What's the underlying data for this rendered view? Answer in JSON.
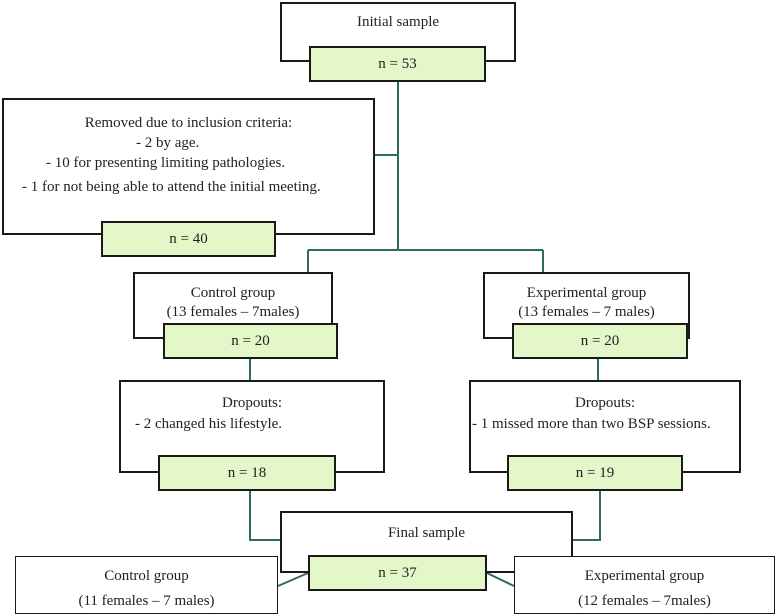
{
  "initial": {
    "title": "Initial sample",
    "n": "n =  53"
  },
  "removed": {
    "title": "Removed due to inclusion criteria:",
    "line1": "- 2 by age.",
    "line2": "- 10 for presenting limiting pathologies.",
    "line3": "- 1 for not being able to attend the initial meeting.",
    "n": "n =  40"
  },
  "control": {
    "title": "Control group",
    "sub": "(13 females – 7males)",
    "n": "n =  20"
  },
  "experimental": {
    "title": "Experimental group",
    "sub": "(13 females – 7 males)",
    "n": "n =  20"
  },
  "dropout_control": {
    "title": "Dropouts:",
    "line1": "- 2 changed his lifestyle.",
    "n": "n =  18"
  },
  "dropout_experimental": {
    "title": "Dropouts:",
    "line1": "-  1 missed more than two BSP sessions.",
    "n": "n =  19"
  },
  "final": {
    "title": "Final sample",
    "n": "n =  37"
  },
  "final_control": {
    "title": "Control group",
    "sub": "(11 females – 7 males)"
  },
  "final_experimental": {
    "title": "Experimental group",
    "sub": "(12 females – 7males)"
  },
  "colors": {
    "connector": "#2f6b5e",
    "fill": "#e4f7c8",
    "border": "#1a1a1a"
  }
}
